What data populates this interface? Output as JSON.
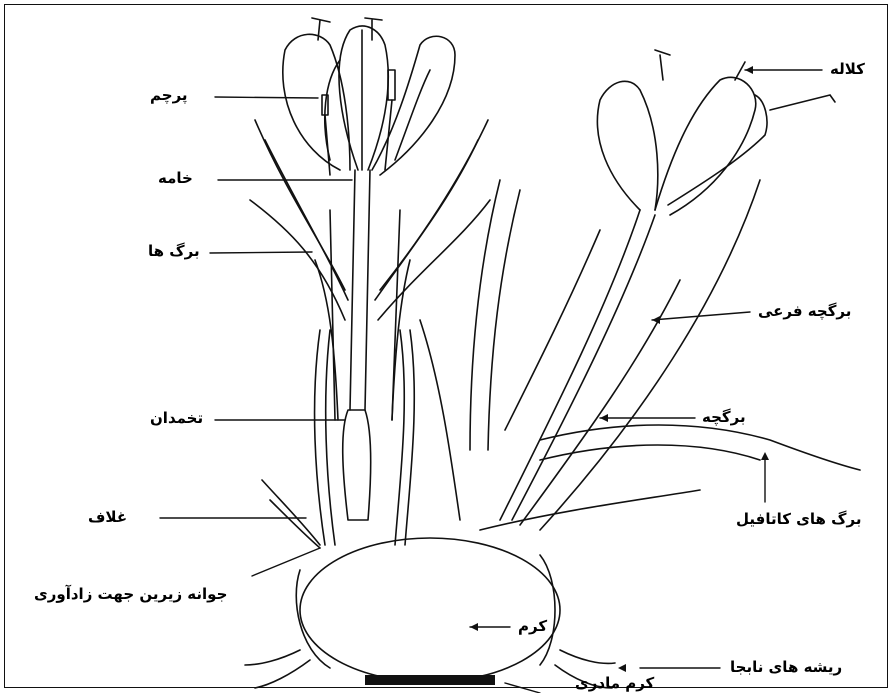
{
  "labels": {
    "stamen": "پرچم",
    "style": "خامه",
    "bracts": "برگ ها",
    "ovary": "تخمدان",
    "sheath": "غلاف",
    "lower_bud": "جوانه زیرین جهت زادآوری",
    "stigma": "کلاله",
    "sub_leaflet": "برگچه فرعی",
    "leaflet": "برگچه",
    "cataphyll_leaves": "برگ های کاتافیل",
    "corm": "کرم",
    "adventitious_roots": "ریشه های نابجا",
    "mother_corm": "کرم مادری"
  },
  "colors": {
    "ink": "#111111",
    "background": "#ffffff"
  }
}
